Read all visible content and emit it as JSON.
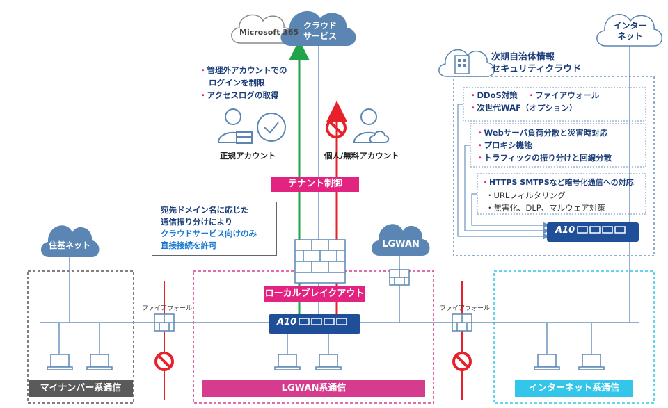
{
  "clouds": {
    "microsoft365": "Microsoft 365",
    "cloud_service": [
      "クラウド",
      "サービス"
    ],
    "internet_top": [
      "インター",
      "ネット"
    ],
    "juki_net": "住基ネット",
    "lgwan": "LGWAN"
  },
  "cloud_features": [
    "管理外アカウントでの",
    "ログインを制限",
    "アクセスログの取得"
  ],
  "accounts": {
    "regular": "正規アカウント",
    "personal": "個人/無料アカウント"
  },
  "tenant_control": "テナント制御",
  "local_breakout": "ローカルブレイクアウト",
  "callout": {
    "line1": "宛先ドメイン名に応じた",
    "line2": "通信振り分けにより",
    "line3": "クラウドサービス向けのみ",
    "line4": "直接接続を許可"
  },
  "security_cloud": {
    "title_line1": "次期自治体情報",
    "title_line2": "セキュリティクラウド",
    "group1": [
      "DDoS対策",
      "ファイアウォール",
      "次世代WAF（オプション）"
    ],
    "group2": [
      "Webサーバ負荷分散と災害時対応",
      "プロキシ機能",
      "トラフィックの振り分けと回線分散"
    ],
    "group3": {
      "heading": "HTTPS SMTPSなど暗号化通信への対応",
      "items": [
        "URLフィルタリング",
        "無害化、DLP、マルウェア対策"
      ]
    }
  },
  "firewall_label": "ファイアウォール",
  "device_logo": "A10",
  "zones": {
    "my_number": "マイナンバー系通信",
    "lgwan": "LGWAN系通信",
    "internet": "インターネット系通信"
  },
  "colors": {
    "navy": "#1a3d7a",
    "cloud": "#5b86b3",
    "pink": "#e2237f",
    "zone_pink": "#d63c8d",
    "cyan": "#34c6ea",
    "gray": "#555555",
    "green": "#21a34a",
    "red": "#e8202a",
    "line_blue": "#6b92bf"
  }
}
